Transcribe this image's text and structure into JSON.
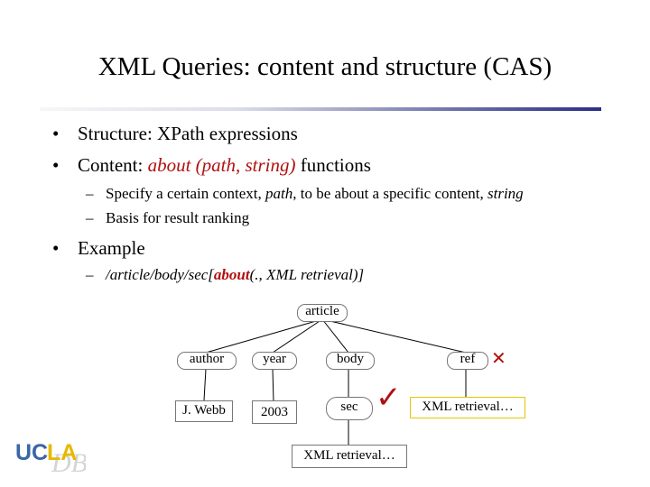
{
  "slide": {
    "title": "XML Queries: content and structure (CAS)",
    "bullets": [
      {
        "dot": "•",
        "text": "Structure: XPath expressions"
      },
      {
        "dot": "•",
        "pre": "Content: ",
        "red": "about (path, string)",
        "post": " functions"
      }
    ],
    "subbullets": [
      {
        "dash": "–",
        "pre": "Specify a certain context, ",
        "it1": "path",
        "mid": ", to be about a specific content, ",
        "it2": "string"
      },
      {
        "dash": "–",
        "text": "Basis for result ranking"
      }
    ],
    "example_bullet": {
      "dot": "•",
      "text": "Example"
    },
    "example_query": {
      "dash": "–",
      "pre": "/article/body/sec[",
      "red": "about",
      "post": "(., XML retrieval)]"
    }
  },
  "tree": {
    "nodes": {
      "article": "article",
      "author": "author",
      "year": "year",
      "body": "body",
      "ref": "ref",
      "jwebb": "J. Webb",
      "y2003": "2003",
      "sec": "sec",
      "refcontent": "XML retrieval…",
      "seccontent": "XML retrieval…"
    },
    "marks": {
      "check": "✓",
      "cross": "✕"
    },
    "colors": {
      "check": "#b01010",
      "cross": "#b01010",
      "gray_border": "#777777",
      "yellow_border": "#e4c800"
    }
  },
  "logo": {
    "text1": "UCLA",
    "text2": "DB"
  }
}
